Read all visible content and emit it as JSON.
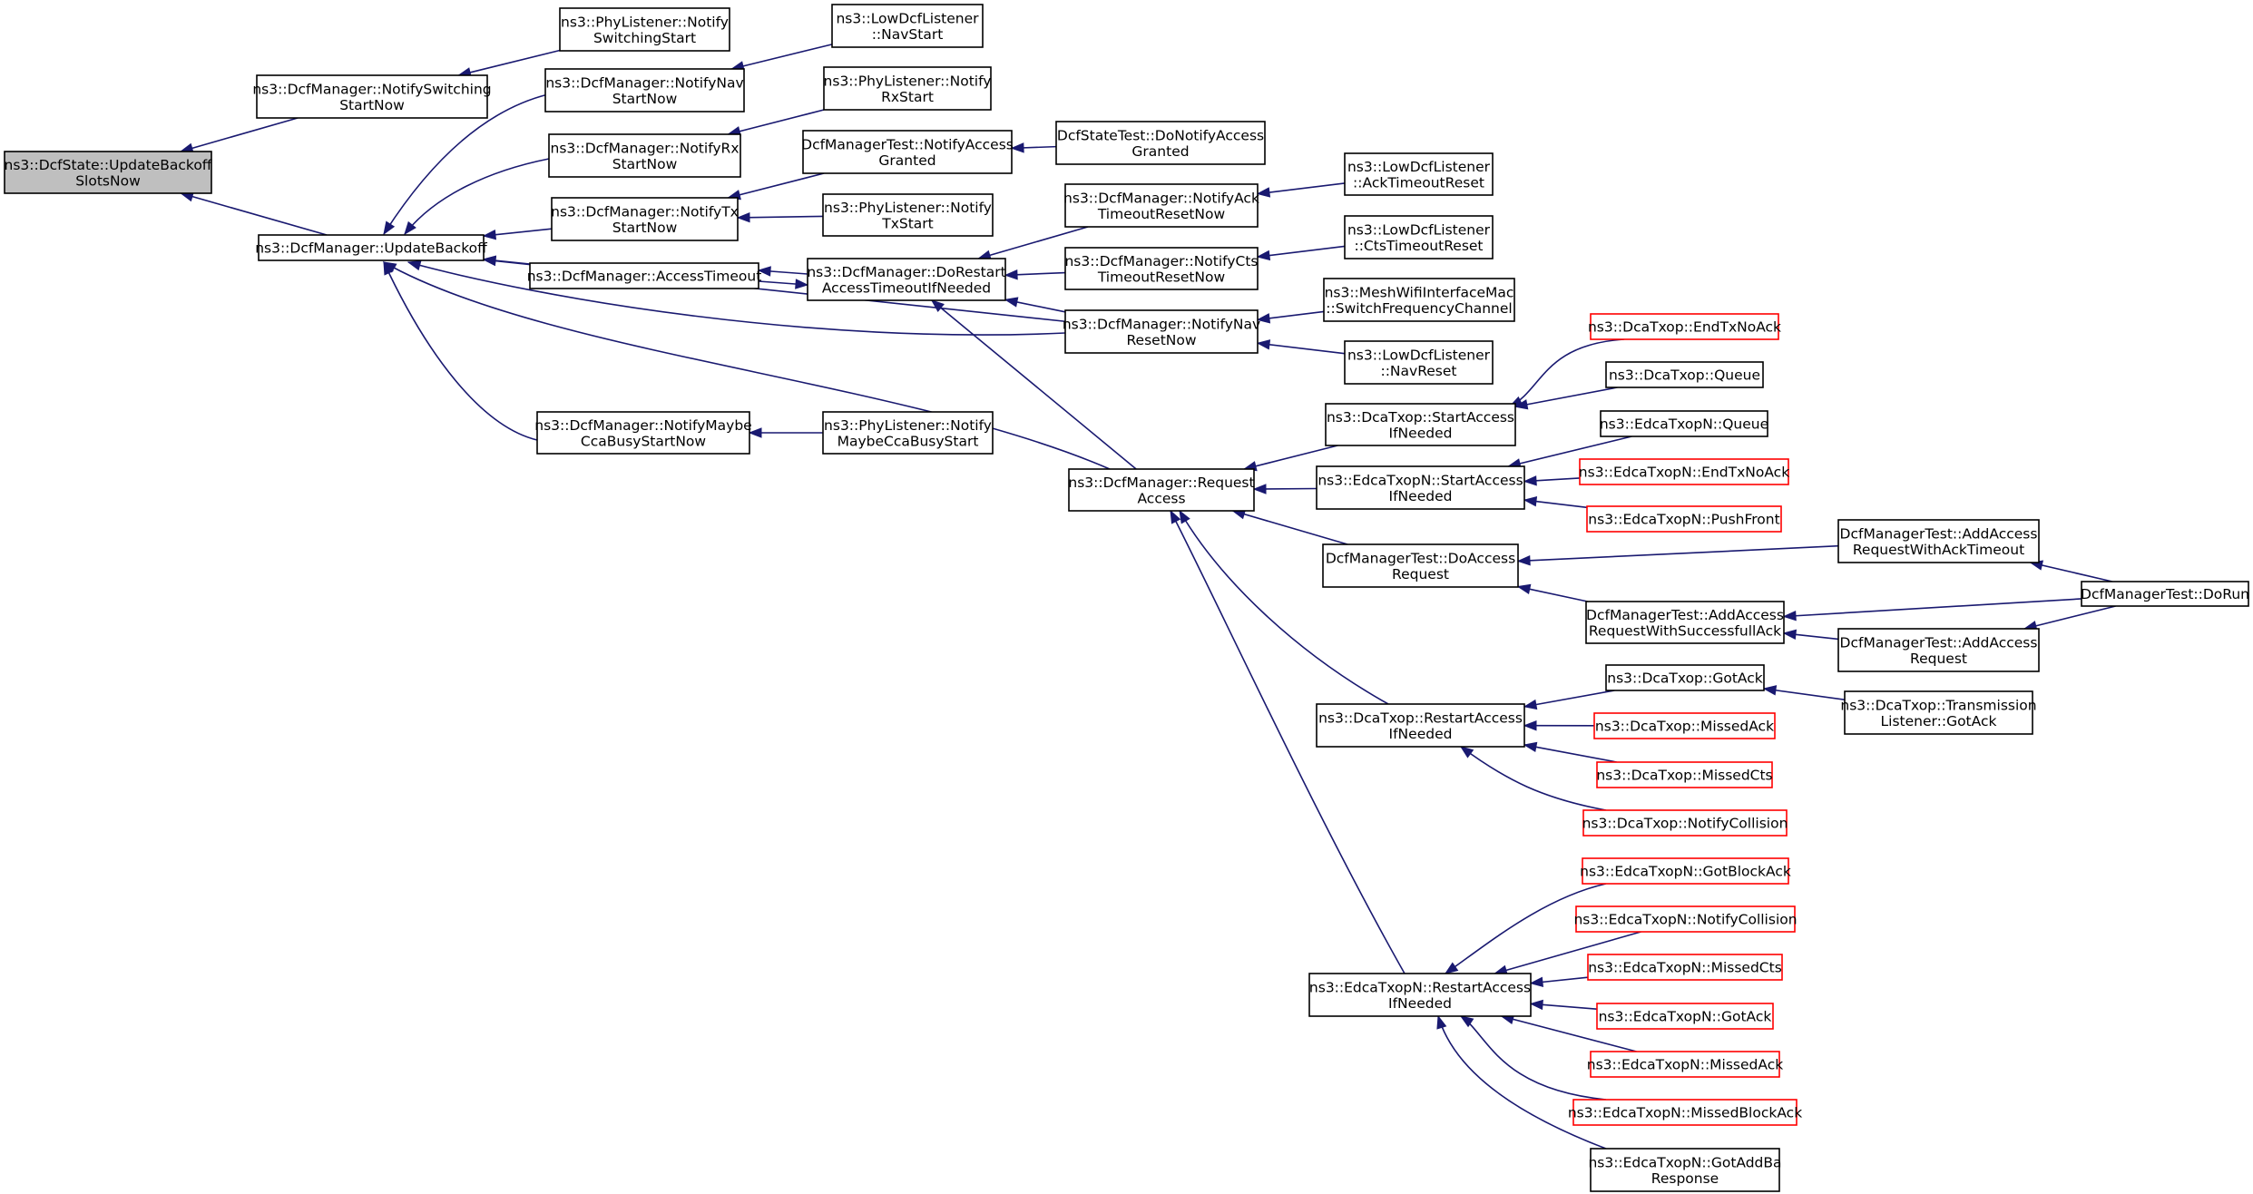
{
  "diagram": {
    "edge_color": "#191970",
    "nodes": [
      {
        "id": "n0",
        "lines": [
          "ns3::DcfState::UpdateBackoff",
          "SlotsNow"
        ],
        "style": "root"
      },
      {
        "id": "n1",
        "lines": [
          "ns3::DcfManager::NotifySwitching",
          "StartNow"
        ],
        "style": "normal"
      },
      {
        "id": "n2",
        "lines": [
          "ns3::DcfManager::UpdateBackoff"
        ],
        "style": "normal"
      },
      {
        "id": "n3",
        "lines": [
          "ns3::PhyListener::Notify",
          "SwitchingStart"
        ],
        "style": "normal"
      },
      {
        "id": "n4",
        "lines": [
          "ns3::DcfManager::NotifyNav",
          "StartNow"
        ],
        "style": "normal"
      },
      {
        "id": "n5",
        "lines": [
          "ns3::DcfManager::NotifyRx",
          "StartNow"
        ],
        "style": "normal"
      },
      {
        "id": "n6",
        "lines": [
          "ns3::DcfManager::NotifyTx",
          "StartNow"
        ],
        "style": "normal"
      },
      {
        "id": "n7",
        "lines": [
          "ns3::DcfManager::AccessTimeout"
        ],
        "style": "normal"
      },
      {
        "id": "n8",
        "lines": [
          "ns3::DcfManager::NotifyMaybe",
          "CcaBusyStartNow"
        ],
        "style": "normal"
      },
      {
        "id": "n9",
        "lines": [
          "ns3::LowDcfListener",
          "::NavStart"
        ],
        "style": "normal"
      },
      {
        "id": "n10",
        "lines": [
          "ns3::PhyListener::Notify",
          "RxStart"
        ],
        "style": "normal"
      },
      {
        "id": "n11",
        "lines": [
          "DcfManagerTest::NotifyAccess",
          "Granted"
        ],
        "style": "normal"
      },
      {
        "id": "n12",
        "lines": [
          "ns3::PhyListener::Notify",
          "TxStart"
        ],
        "style": "normal"
      },
      {
        "id": "n13",
        "lines": [
          "ns3::DcfManager::DoRestart",
          "AccessTimeoutIfNeeded"
        ],
        "style": "normal"
      },
      {
        "id": "n14",
        "lines": [
          "ns3::PhyListener::Notify",
          "MaybeCcaBusyStart"
        ],
        "style": "normal"
      },
      {
        "id": "n15",
        "lines": [
          "DcfStateTest::DoNotifyAccess",
          "Granted"
        ],
        "style": "normal"
      },
      {
        "id": "n16",
        "lines": [
          "ns3::DcfManager::NotifyAck",
          "TimeoutResetNow"
        ],
        "style": "normal"
      },
      {
        "id": "n17",
        "lines": [
          "ns3::DcfManager::NotifyCts",
          "TimeoutResetNow"
        ],
        "style": "normal"
      },
      {
        "id": "n18",
        "lines": [
          "ns3::DcfManager::NotifyNav",
          "ResetNow"
        ],
        "style": "normal"
      },
      {
        "id": "n19",
        "lines": [
          "ns3::DcfManager::Request",
          "Access"
        ],
        "style": "normal"
      },
      {
        "id": "n20",
        "lines": [
          "ns3::LowDcfListener",
          "::AckTimeoutReset"
        ],
        "style": "normal"
      },
      {
        "id": "n21",
        "lines": [
          "ns3::LowDcfListener",
          "::CtsTimeoutReset"
        ],
        "style": "normal"
      },
      {
        "id": "n22",
        "lines": [
          "ns3::MeshWifiInterfaceMac",
          "::SwitchFrequencyChannel"
        ],
        "style": "normal"
      },
      {
        "id": "n23",
        "lines": [
          "ns3::LowDcfListener",
          "::NavReset"
        ],
        "style": "normal"
      },
      {
        "id": "n24",
        "lines": [
          "ns3::DcaTxop::StartAccess",
          "IfNeeded"
        ],
        "style": "normal"
      },
      {
        "id": "n25",
        "lines": [
          "ns3::EdcaTxopN::StartAccess",
          "IfNeeded"
        ],
        "style": "normal"
      },
      {
        "id": "n26",
        "lines": [
          "DcfManagerTest::DoAccess",
          "Request"
        ],
        "style": "normal"
      },
      {
        "id": "n27",
        "lines": [
          "ns3::DcaTxop::RestartAccess",
          "IfNeeded"
        ],
        "style": "normal"
      },
      {
        "id": "n28",
        "lines": [
          "ns3::EdcaTxopN::RestartAccess",
          "IfNeeded"
        ],
        "style": "normal"
      },
      {
        "id": "n29",
        "lines": [
          "ns3::DcaTxop::EndTxNoAck"
        ],
        "style": "red"
      },
      {
        "id": "n30",
        "lines": [
          "ns3::DcaTxop::Queue"
        ],
        "style": "normal"
      },
      {
        "id": "n31",
        "lines": [
          "ns3::EdcaTxopN::Queue"
        ],
        "style": "normal"
      },
      {
        "id": "n32",
        "lines": [
          "ns3::EdcaTxopN::EndTxNoAck"
        ],
        "style": "red"
      },
      {
        "id": "n33",
        "lines": [
          "ns3::EdcaTxopN::PushFront"
        ],
        "style": "red"
      },
      {
        "id": "n34",
        "lines": [
          "DcfManagerTest::AddAccess",
          "RequestWithSuccessfullAck"
        ],
        "style": "normal"
      },
      {
        "id": "n35",
        "lines": [
          "ns3::DcaTxop::GotAck"
        ],
        "style": "normal"
      },
      {
        "id": "n36",
        "lines": [
          "ns3::DcaTxop::MissedAck"
        ],
        "style": "red"
      },
      {
        "id": "n37",
        "lines": [
          "ns3::DcaTxop::MissedCts"
        ],
        "style": "red"
      },
      {
        "id": "n38",
        "lines": [
          "ns3::DcaTxop::NotifyCollision"
        ],
        "style": "red"
      },
      {
        "id": "n39",
        "lines": [
          "ns3::EdcaTxopN::GotBlockAck"
        ],
        "style": "red"
      },
      {
        "id": "n40",
        "lines": [
          "ns3::EdcaTxopN::NotifyCollision"
        ],
        "style": "red"
      },
      {
        "id": "n41",
        "lines": [
          "ns3::EdcaTxopN::MissedCts"
        ],
        "style": "red"
      },
      {
        "id": "n42",
        "lines": [
          "ns3::EdcaTxopN::GotAck"
        ],
        "style": "red"
      },
      {
        "id": "n43",
        "lines": [
          "ns3::EdcaTxopN::MissedAck"
        ],
        "style": "red"
      },
      {
        "id": "n44",
        "lines": [
          "ns3::EdcaTxopN::MissedBlockAck"
        ],
        "style": "red"
      },
      {
        "id": "n45",
        "lines": [
          "ns3::EdcaTxopN::GotAddBa",
          "Response"
        ],
        "style": "normal"
      },
      {
        "id": "n46",
        "lines": [
          "DcfManagerTest::AddAccess",
          "RequestWithAckTimeout"
        ],
        "style": "normal"
      },
      {
        "id": "n47",
        "lines": [
          "DcfManagerTest::AddAccess",
          "Request"
        ],
        "style": "normal"
      },
      {
        "id": "n48",
        "lines": [
          "ns3::DcaTxop::Transmission",
          "Listener::GotAck"
        ],
        "style": "normal"
      },
      {
        "id": "n49",
        "lines": [
          "DcfManagerTest::DoRun"
        ],
        "style": "normal"
      }
    ],
    "edges": [
      [
        "n1",
        "n0"
      ],
      [
        "n2",
        "n0"
      ],
      [
        "n3",
        "n1"
      ],
      [
        "n4",
        "n2"
      ],
      [
        "n5",
        "n2"
      ],
      [
        "n6",
        "n2"
      ],
      [
        "n7",
        "n2"
      ],
      [
        "n13",
        "n2"
      ],
      [
        "n18",
        "n2"
      ],
      [
        "n19",
        "n2"
      ],
      [
        "n8",
        "n2"
      ],
      [
        "n9",
        "n4"
      ],
      [
        "n10",
        "n5"
      ],
      [
        "n11",
        "n6"
      ],
      [
        "n12",
        "n6"
      ],
      [
        "n13",
        "n7"
      ],
      [
        "n7",
        "n13"
      ],
      [
        "n14",
        "n8"
      ],
      [
        "n15",
        "n11"
      ],
      [
        "n16",
        "n13"
      ],
      [
        "n17",
        "n13"
      ],
      [
        "n18",
        "n13"
      ],
      [
        "n19",
        "n13"
      ],
      [
        "n20",
        "n16"
      ],
      [
        "n21",
        "n17"
      ],
      [
        "n22",
        "n18"
      ],
      [
        "n23",
        "n18"
      ],
      [
        "n24",
        "n19"
      ],
      [
        "n25",
        "n19"
      ],
      [
        "n26",
        "n19"
      ],
      [
        "n27",
        "n19"
      ],
      [
        "n28",
        "n19"
      ],
      [
        "n29",
        "n24"
      ],
      [
        "n30",
        "n24"
      ],
      [
        "n31",
        "n25"
      ],
      [
        "n32",
        "n25"
      ],
      [
        "n33",
        "n25"
      ],
      [
        "n46",
        "n26"
      ],
      [
        "n34",
        "n26"
      ],
      [
        "n49",
        "n46"
      ],
      [
        "n49",
        "n34"
      ],
      [
        "n47",
        "n34"
      ],
      [
        "n49",
        "n47"
      ],
      [
        "n35",
        "n27"
      ],
      [
        "n36",
        "n27"
      ],
      [
        "n37",
        "n27"
      ],
      [
        "n38",
        "n27"
      ],
      [
        "n48",
        "n35"
      ],
      [
        "n39",
        "n28"
      ],
      [
        "n40",
        "n28"
      ],
      [
        "n41",
        "n28"
      ],
      [
        "n42",
        "n28"
      ],
      [
        "n43",
        "n28"
      ],
      [
        "n44",
        "n28"
      ],
      [
        "n45",
        "n28"
      ]
    ]
  }
}
